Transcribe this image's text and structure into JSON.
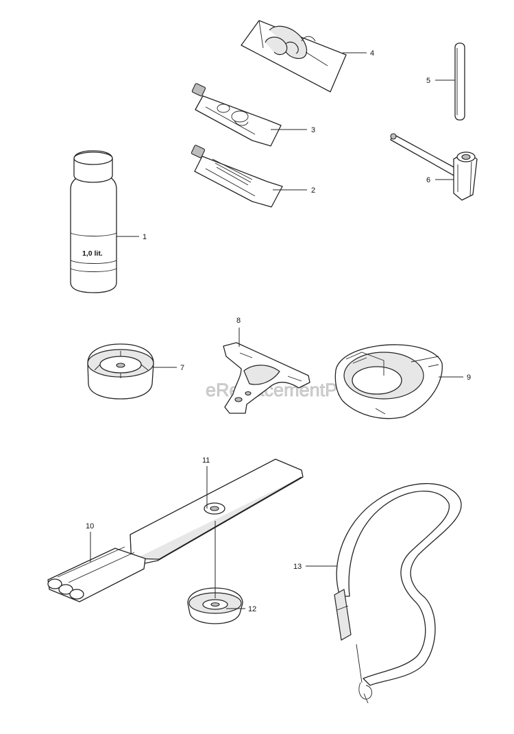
{
  "watermark": "eReplacementParts.com",
  "bottle_label": "1,0 lit.",
  "callouts": [
    {
      "number": "1",
      "part": "oil bottle"
    },
    {
      "number": "2",
      "part": "grease tube"
    },
    {
      "number": "3",
      "part": "grease tube"
    },
    {
      "number": "4",
      "part": "pouch"
    },
    {
      "number": "5",
      "part": "pin"
    },
    {
      "number": "6",
      "part": "combination wrench"
    },
    {
      "number": "7",
      "part": "support cup"
    },
    {
      "number": "8",
      "part": "blade guard bracket"
    },
    {
      "number": "9",
      "part": "trimmer guard"
    },
    {
      "number": "10",
      "part": "transport guard"
    },
    {
      "number": "11",
      "part": "grass blade"
    },
    {
      "number": "12",
      "part": "support cup"
    },
    {
      "number": "13",
      "part": "harness strap"
    }
  ]
}
